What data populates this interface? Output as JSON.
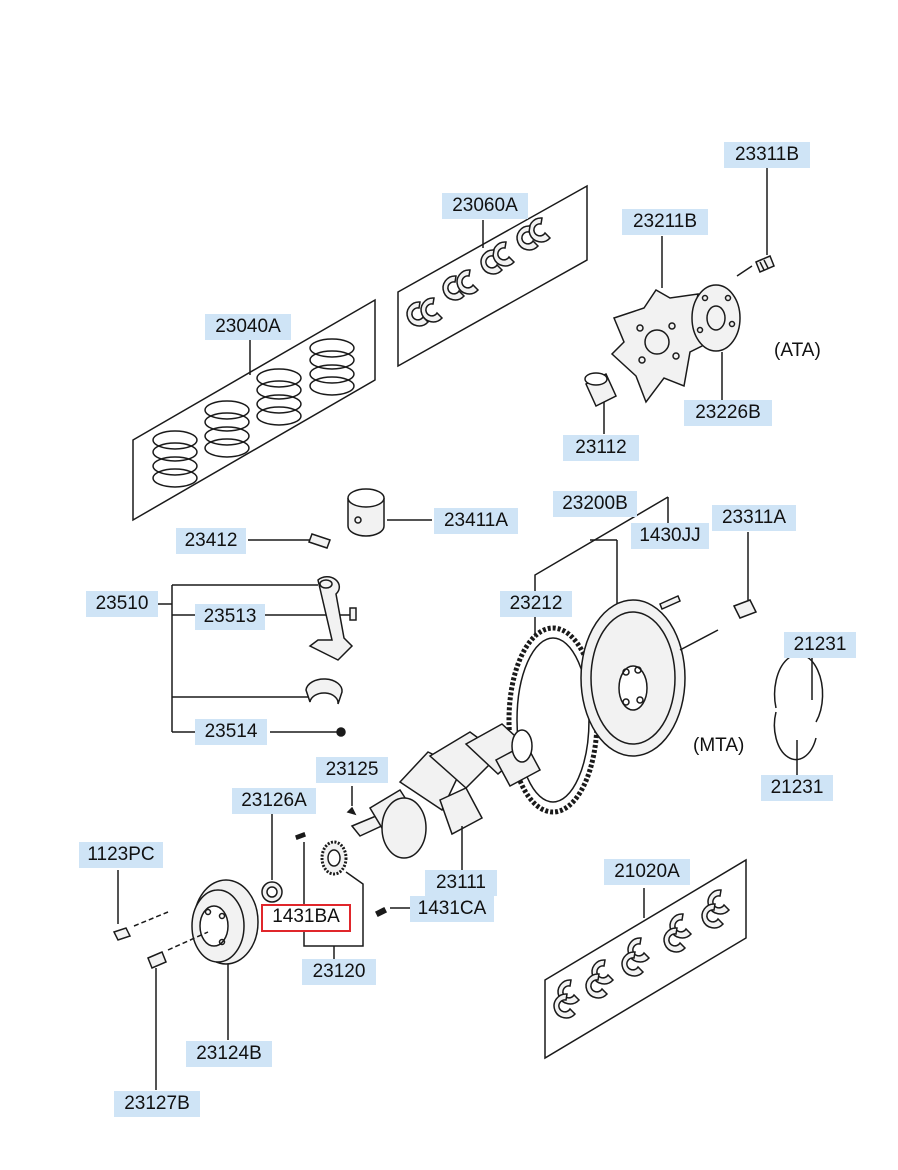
{
  "colors": {
    "label_fill": "#cfe4f6",
    "highlight_border": "#e0262b",
    "line": "#1a1a1a",
    "part_fill": "#f2f2f2"
  },
  "labels": {
    "p23311B": "23311B",
    "p23060A": "23060A",
    "p23211B": "23211B",
    "p23040A": "23040A",
    "p23226B": "23226B",
    "p23112": "23112",
    "p23412": "23412",
    "p23411A": "23411A",
    "p23200B": "23200B",
    "p1430JJ": "1430JJ",
    "p23311A": "23311A",
    "p23510": "23510",
    "p23212": "23212",
    "p23513": "23513",
    "p21231_top": "21231",
    "p23514": "23514",
    "p21231_bottom": "21231",
    "p23125": "23125",
    "p23126A": "23126A",
    "p1123PC": "1123PC",
    "p23111": "23111",
    "p21020A": "21020A",
    "p1431BA": "1431BA",
    "p1431CA": "1431CA",
    "p23120": "23120",
    "p23124B": "23124B",
    "p23127B": "23127B"
  },
  "notes": {
    "ata": "(ATA)",
    "mta": "(MTA)"
  }
}
